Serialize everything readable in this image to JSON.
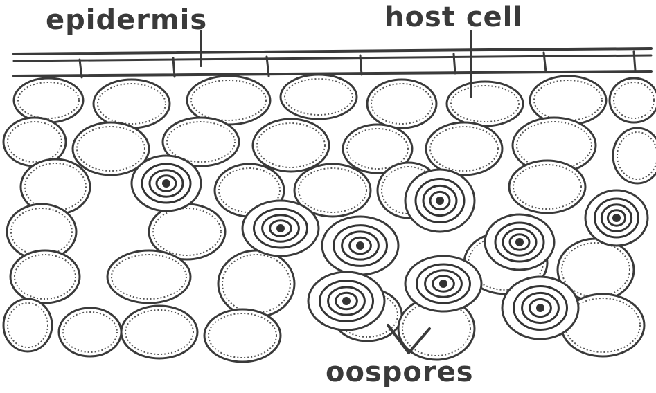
{
  "labels": {
    "epidermis": "epidermis",
    "host_cell": "host cell",
    "oospores": "oospores"
  },
  "colors": {
    "ink": "#3a3a3a",
    "background": "#ffffff"
  }
}
